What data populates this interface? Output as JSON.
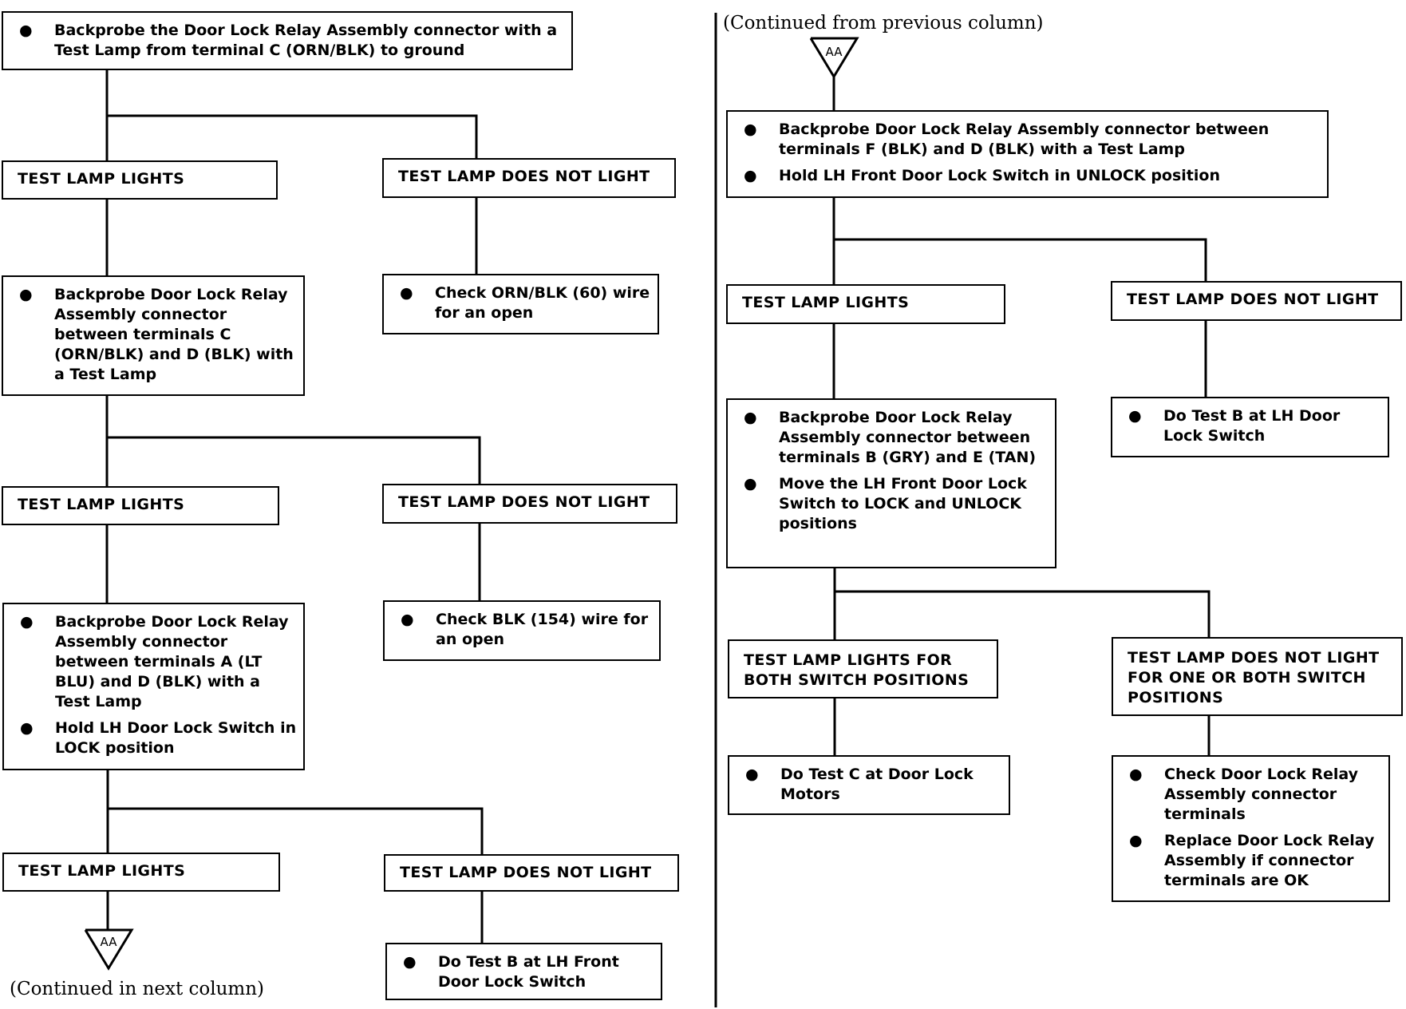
{
  "left_column": {
    "start": [
      "Backprobe the Door Lock Relay Assembly connector with a Test Lamp from terminal C (ORN/BLK) to ground"
    ],
    "r1_yes_label": "TEST LAMP LIGHTS",
    "r1_no_label": "TEST LAMP DOES NOT LIGHT",
    "r1_no_action": [
      "Check ORN/BLK (60) wire for an open"
    ],
    "r1_yes_action": [
      "Backprobe Door Lock Relay Assembly connector between terminals C (ORN/BLK) and D (BLK) with a Test Lamp"
    ],
    "r2_yes_label": "TEST LAMP LIGHTS",
    "r2_no_label": "TEST LAMP DOES NOT LIGHT",
    "r2_no_action": [
      "Check BLK (154) wire for an open"
    ],
    "r2_yes_action": [
      "Backprobe Door Lock Relay Assembly connector between terminals A (LT BLU) and D (BLK) with a Test Lamp",
      "Hold LH Door Lock Switch in LOCK position"
    ],
    "r3_yes_label": "TEST LAMP LIGHTS",
    "r3_no_label": "TEST LAMP DOES NOT LIGHT",
    "r3_no_action": [
      "Do Test B at LH Front Door Lock Switch"
    ],
    "connector_label": "AA",
    "continued_note": "(Continued in next column)"
  },
  "right_column": {
    "continued_note": "(Continued from previous column)",
    "connector_label": "AA",
    "start": [
      "Backprobe Door Lock Relay Assembly connector between terminals F (BLK) and D (BLK) with a Test Lamp",
      "Hold LH Front Door Lock Switch in UNLOCK position"
    ],
    "r1_yes_label": "TEST LAMP LIGHTS",
    "r1_no_label": "TEST LAMP DOES NOT LIGHT",
    "r1_no_action": [
      "Do Test B at LH Door Lock Switch"
    ],
    "r1_yes_action": [
      "Backprobe Door Lock Relay Assembly connector between terminals B (GRY) and E (TAN)",
      "Move the LH Front Door Lock Switch to LOCK and UNLOCK positions"
    ],
    "r2_yes_label": "TEST LAMP LIGHTS FOR BOTH SWITCH POSITIONS",
    "r2_no_label": "TEST LAMP DOES NOT LIGHT FOR ONE OR BOTH SWITCH POSITIONS",
    "r2_yes_action": [
      "Do Test C at Door Lock Motors"
    ],
    "r2_no_action": [
      "Check Door Lock Relay Assembly connector terminals",
      "Replace Door Lock Relay Assembly if connector terminals are OK"
    ]
  }
}
